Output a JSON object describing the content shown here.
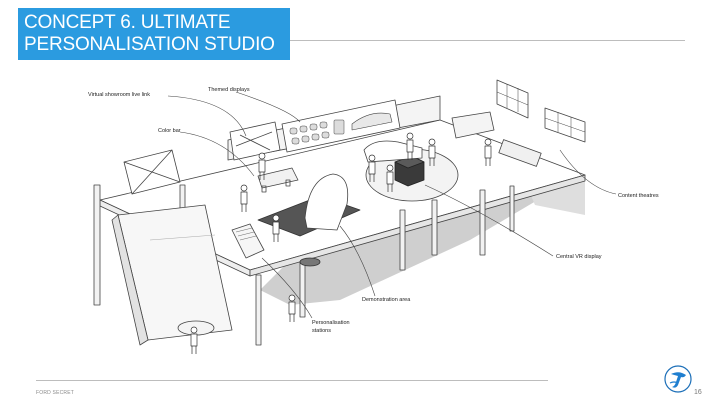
{
  "slide": {
    "title_line1": "CONCEPT 6. ULTIMATE",
    "title_line2": "PERSONALISATION STUDIO",
    "footer": "FORD SECRET",
    "page_number": "16",
    "logo_icon": "ford-logo-icon",
    "accent_color": "#2b9be0"
  },
  "callouts": {
    "virtual_showroom": "Virtual showroom live link",
    "themed_displays": "Themed displays",
    "color_bar": "Color bar",
    "content_theatres": "Content theatres",
    "central_vr": "Central VR display",
    "demonstration_area": "Demonstration area",
    "personalisation_line1": "Personalisation",
    "personalisation_line2": "stations"
  }
}
